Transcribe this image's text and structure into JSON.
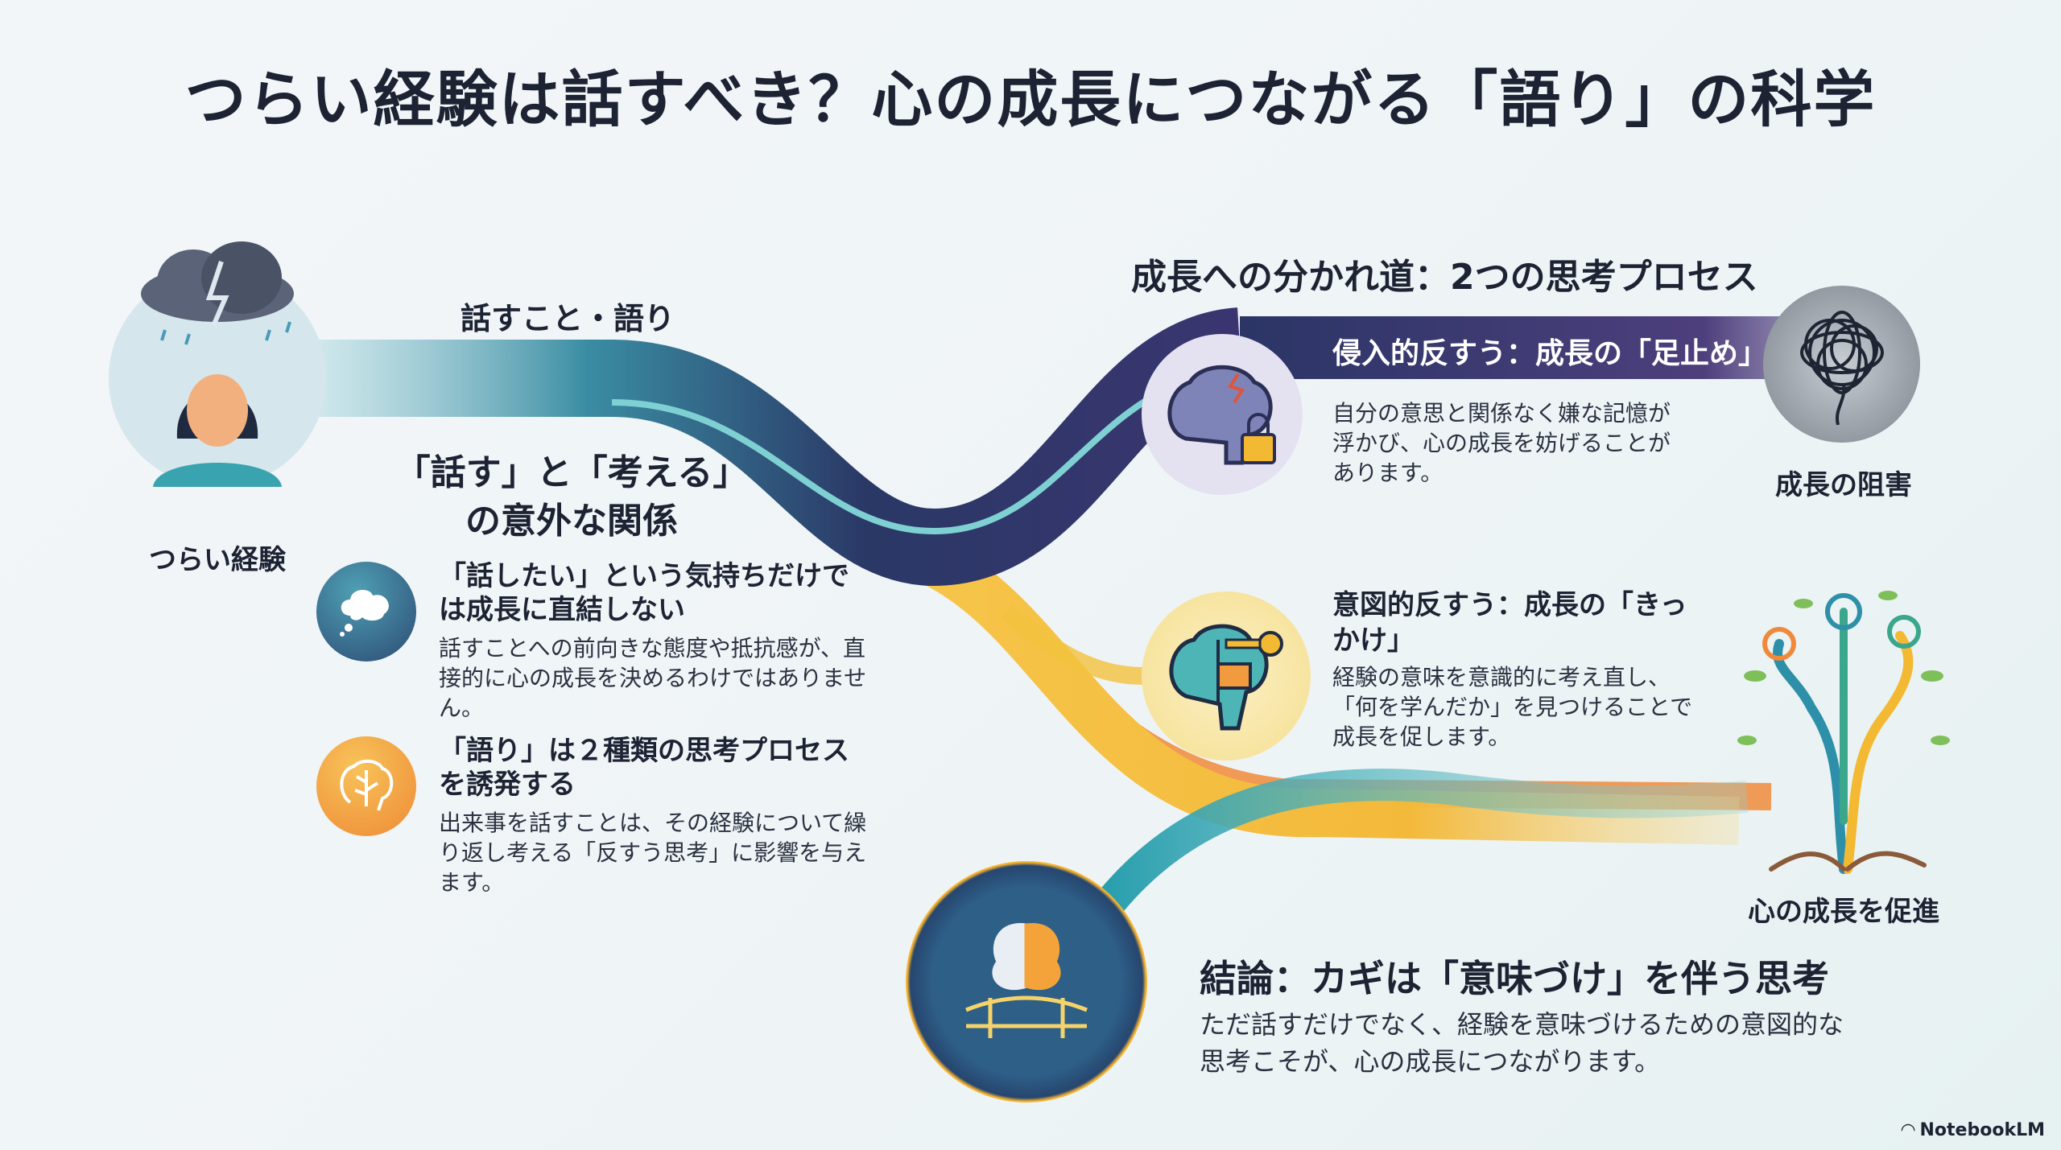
{
  "title": "つらい経験は話すべき？心の成長につながる「語り」の科学",
  "start": {
    "label": "つらい経験",
    "icon": "storm-cloud-person-icon"
  },
  "flow_label": "話すこと・語り",
  "relation": {
    "heading_line1": "「話す」と「考える」",
    "heading_line2": "の意外な関係",
    "items": [
      {
        "icon": "thought-bubble-icon",
        "heading": "「話したい」という気持ちだけでは成長に直結しない",
        "body": "話すことへの前向きな態度や抵抗感が、直接的に心の成長を決めるわけではありません。"
      },
      {
        "icon": "brain-circuit-icon",
        "heading": "「語り」は２種類の思考プロセスを誘発する",
        "body": "出来事を話すことは、その経験について繰り返し考える「反すう思考」に影響を与えます。"
      }
    ]
  },
  "fork": {
    "heading": "成長への分かれ道：2つの思考プロセス",
    "intrusive": {
      "heading": "侵入的反すう：成長の「足止め」",
      "body": "自分の意思と関係なく嫌な記憶が浮かび、心の成長を妨げることがあります。",
      "outcome": "成長の阻害"
    },
    "deliberate": {
      "heading": "意図的反すう：成長の「きっかけ」",
      "body": "経験の意味を意識的に考え直し、「何を学んだか」を見つけることで成長を促します。",
      "outcome": "心の成長を促進"
    }
  },
  "conclusion": {
    "heading": "結論：カギは「意味づけ」を伴う思考",
    "body": "ただ話すだけでなく、経験を意味づけるための意図的な思考こそが、心の成長につながります。"
  },
  "footer": {
    "brand": "NotebookLM"
  },
  "colors": {
    "navy": "#2c3e6b",
    "teal": "#3fa7b5",
    "purple": "#4b3f7a",
    "yellow": "#f3c23d",
    "orange": "#f08a3a"
  }
}
